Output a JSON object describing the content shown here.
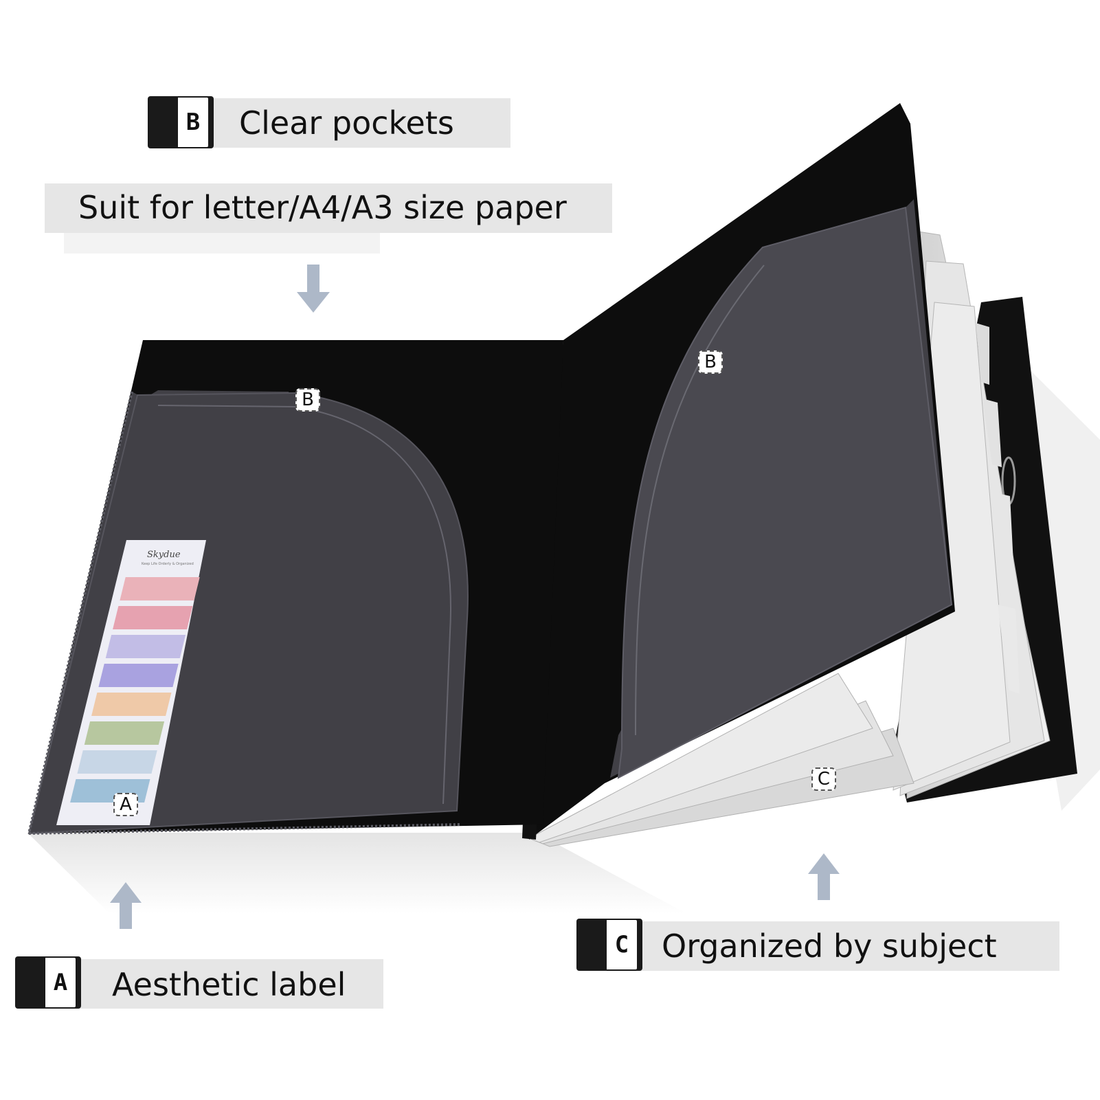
{
  "callouts": {
    "clear_pockets": {
      "badge_letter": "B",
      "text": "Clear pockets"
    },
    "paper_size": {
      "text": "Suit for letter/A4/A3 size paper"
    },
    "aesthetic_label": {
      "badge_letter": "A",
      "text": "Aesthetic label"
    },
    "organized": {
      "badge_letter": "C",
      "text": "Organized by subject"
    }
  },
  "product_tags": {
    "left_pocket": "B",
    "right_pocket": "B",
    "label_sticker": "A",
    "dividers": "C"
  },
  "label_sticker": {
    "brand": "Skydue",
    "tagline": "Keep Life Orderly & Organized",
    "strip_colors": [
      "#eab2b9",
      "#e6a2b0",
      "#c2bde6",
      "#a9a2e0",
      "#efc9a8",
      "#b7c79f",
      "#c7d6e6",
      "#9ec0d8"
    ]
  },
  "colors": {
    "folder_black": "#0d0d0d",
    "pocket_gray": "#414046",
    "divider_white": "#eaeaea",
    "callout_gray": "#e6e6e6",
    "arrow_blue_gray": "#adb8c8"
  }
}
